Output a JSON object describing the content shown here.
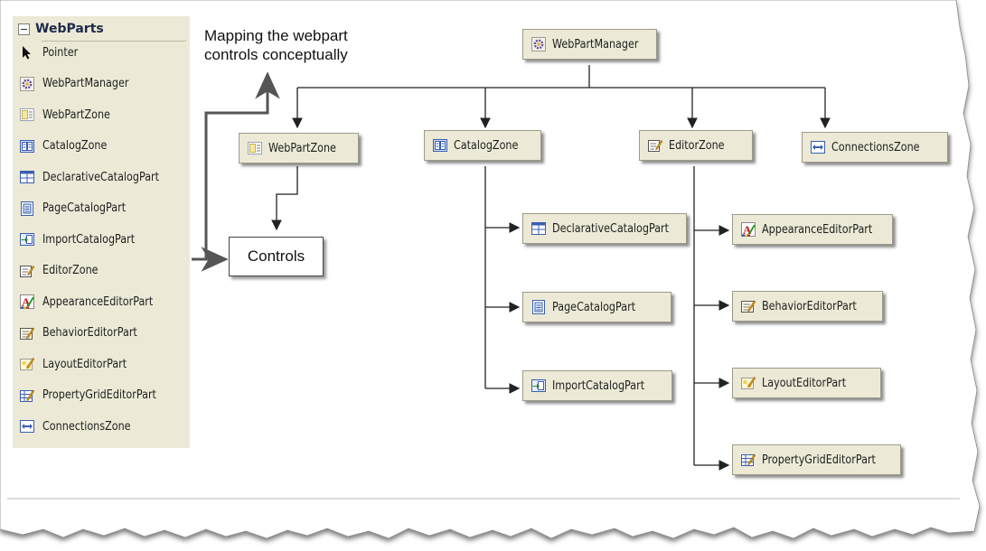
{
  "toolbox": {
    "title": "WebParts",
    "items": [
      {
        "label": "Pointer",
        "icon": "pointer-icon"
      },
      {
        "label": "WebPartManager",
        "icon": "gear-icon"
      },
      {
        "label": "WebPartZone",
        "icon": "zone-icon"
      },
      {
        "label": "CatalogZone",
        "icon": "catalog-icon"
      },
      {
        "label": "DeclarativeCatalogPart",
        "icon": "declarative-icon"
      },
      {
        "label": "PageCatalogPart",
        "icon": "page-icon"
      },
      {
        "label": "ImportCatalogPart",
        "icon": "import-icon"
      },
      {
        "label": "EditorZone",
        "icon": "editor-icon"
      },
      {
        "label": "AppearanceEditorPart",
        "icon": "appearance-icon"
      },
      {
        "label": "BehaviorEditorPart",
        "icon": "behavior-icon"
      },
      {
        "label": "LayoutEditorPart",
        "icon": "layout-icon"
      },
      {
        "label": "PropertyGridEditorPart",
        "icon": "propertygrid-icon"
      },
      {
        "label": "ConnectionsZone",
        "icon": "connections-icon"
      }
    ]
  },
  "note": "Mapping the webpart\ncontrols conceptually",
  "diagram": {
    "manager": {
      "label": "WebPartManager",
      "icon": "gear-icon"
    },
    "zones": {
      "webpartzone": {
        "label": "WebPartZone",
        "icon": "zone-icon"
      },
      "catalogzone": {
        "label": "CatalogZone",
        "icon": "catalog-icon"
      },
      "editorzone": {
        "label": "EditorZone",
        "icon": "editor-icon"
      },
      "connectionszone": {
        "label": "ConnectionsZone",
        "icon": "connections-icon"
      }
    },
    "controls": "Controls",
    "catalog_parts": [
      {
        "label": "DeclarativeCatalogPart",
        "icon": "declarative-icon"
      },
      {
        "label": "PageCatalogPart",
        "icon": "page-icon"
      },
      {
        "label": "ImportCatalogPart",
        "icon": "import-icon"
      }
    ],
    "editor_parts": [
      {
        "label": "AppearanceEditorPart",
        "icon": "appearance-icon"
      },
      {
        "label": "BehaviorEditorPart",
        "icon": "behavior-icon"
      },
      {
        "label": "LayoutEditorPart",
        "icon": "layout-icon"
      },
      {
        "label": "PropertyGridEditorPart",
        "icon": "propertygrid-icon"
      }
    ]
  },
  "colors": {
    "toolbox_bg": "#ecead6",
    "box_bg": "#ecead6",
    "line": "#222222",
    "icon_blue": "#3a5fb0"
  }
}
